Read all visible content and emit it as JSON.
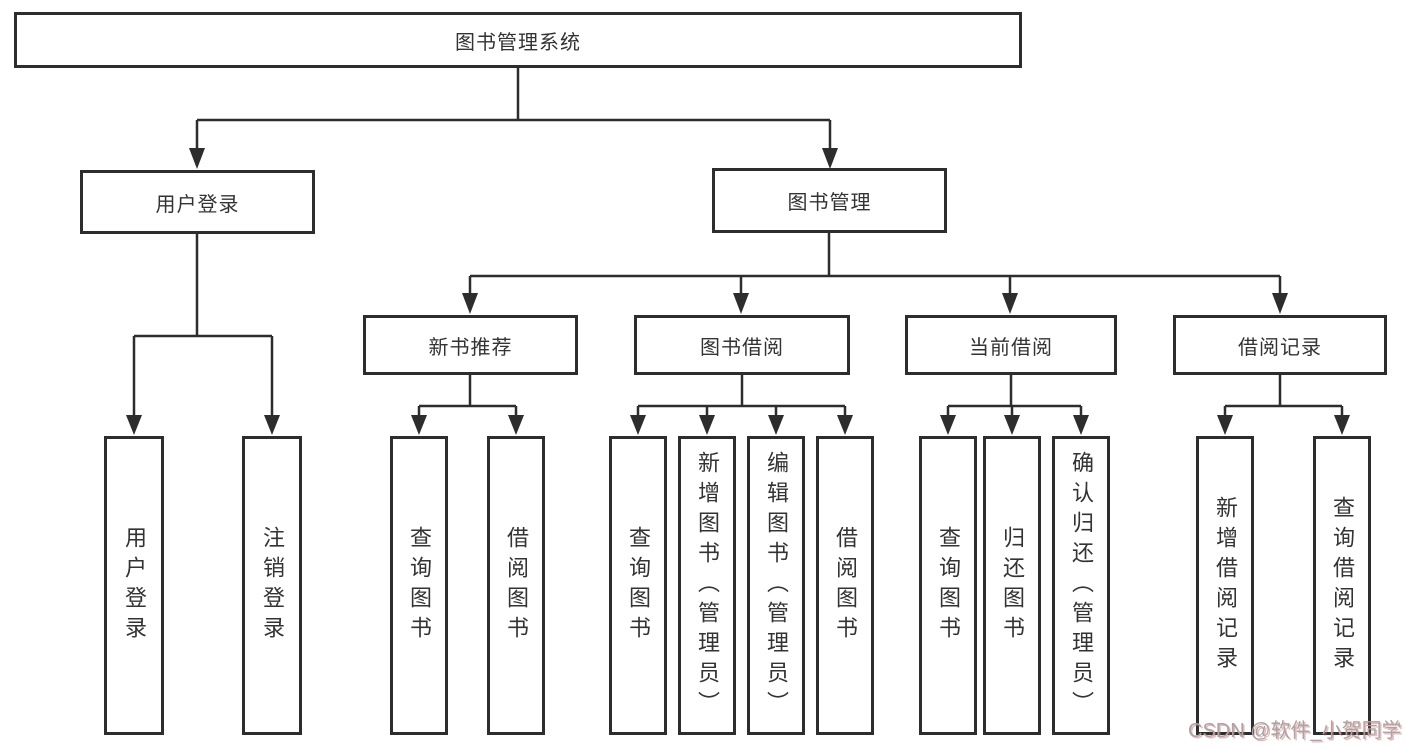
{
  "title": "图书管理系统",
  "watermark": "CSDN @软件_小贺同学",
  "colors": {
    "line": "#2d2d2d",
    "box_border": "#2d2d2d",
    "text": "#333333",
    "background": "#ffffff",
    "watermark_text": "#a6a6a6"
  },
  "tree": {
    "root": {
      "label": "图书管理系统"
    },
    "branches": [
      {
        "label": "用户登录",
        "children": [
          {
            "label": "用户登录"
          },
          {
            "label": "注销登录"
          }
        ]
      },
      {
        "label": "图书管理",
        "children": [
          {
            "label": "新书推荐",
            "children": [
              {
                "label": "查询图书"
              },
              {
                "label": "借阅图书"
              }
            ]
          },
          {
            "label": "图书借阅",
            "children": [
              {
                "label": "查询图书"
              },
              {
                "label": "新增图书（管理员）"
              },
              {
                "label": "编辑图书（管理员）"
              },
              {
                "label": "借阅图书"
              }
            ]
          },
          {
            "label": "当前借阅",
            "children": [
              {
                "label": "查询图书"
              },
              {
                "label": "归还图书"
              },
              {
                "label": "确认归还（管理员）"
              }
            ]
          },
          {
            "label": "借阅记录",
            "children": [
              {
                "label": "新增借阅记录"
              },
              {
                "label": "查询借阅记录"
              }
            ]
          }
        ]
      }
    ]
  }
}
